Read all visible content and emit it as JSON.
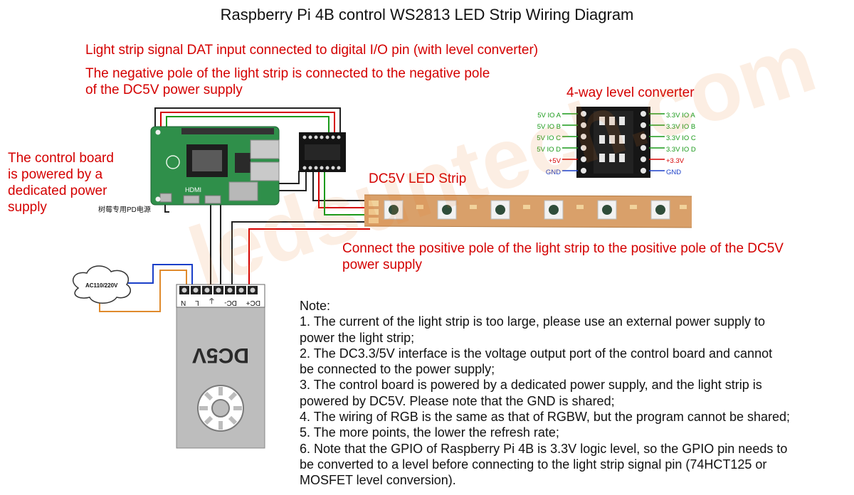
{
  "title": "Raspberry Pi 4B control WS2813 LED Strip Wiring Diagram",
  "callouts": {
    "signal_input": "Light strip signal DAT input connected to digital I/O pin (with level converter)",
    "negative_pole_line1": "The negative pole of the light strip is connected to the negative pole",
    "negative_pole_line2": "of the DC5V power supply",
    "level_converter": "4-way level converter",
    "control_board_line1": "The control board",
    "control_board_line2": "is powered by a",
    "control_board_line3": "dedicated power",
    "control_board_line4": "supply",
    "led_strip": "DC5V LED Strip",
    "positive_pole_line1": "Connect the positive pole of the light strip to the positive pole of the DC5V",
    "positive_pole_line2": "power supply"
  },
  "raspberry_pi": {
    "pd_power_label": "树莓专用PD电源",
    "hdmi_label": "HDMI"
  },
  "ac_source": {
    "label": "AC110/220V"
  },
  "power_supply": {
    "brand_label": "DC5V",
    "terminals": [
      "N",
      "L",
      "⏚",
      "DC-",
      "DC+"
    ]
  },
  "level_converter": {
    "left_pins": [
      "5V IO A",
      "5V IO B",
      "5V IO C",
      "5V IO D",
      "+5V",
      "GND"
    ],
    "right_pins": [
      "3.3V IO A",
      "3.3V IO B",
      "3.3V IO C",
      "3.3V IO D",
      "+3.3V",
      "GND"
    ],
    "left_pin_colors": [
      "#1a9a1a",
      "#1a9a1a",
      "#1a9a1a",
      "#1a9a1a",
      "#d40000",
      "#1a3fc8"
    ],
    "right_pin_colors": [
      "#1a9a1a",
      "#1a9a1a",
      "#1a9a1a",
      "#1a9a1a",
      "#d40000",
      "#1a3fc8"
    ]
  },
  "note": {
    "heading": "Note:",
    "lines": [
      "1. The current of the light strip is too large, please use an external power supply to",
      "power the light strip;",
      "2. The DC3.3/5V interface is the voltage output port of the control board and cannot",
      "be connected to the power supply;",
      "3. The control board is powered by a dedicated power supply, and the light strip is",
      "powered by DC5V. Please note that the GND is shared;",
      "4. The wiring of RGB is the same as that of RGBW, but the program cannot be shared;",
      "5. The more points, the lower the refresh rate;",
      "6. Note that the GPIO of Raspberry Pi 4B is 3.3V logic level, so the GPIO pin needs to",
      "be converted to a level before connecting to the light strip signal pin (74HCT125 or",
      "MOSFET level conversion)."
    ]
  },
  "watermark": "ledsuntech.com",
  "colors": {
    "callout_red": "#d40000",
    "wire_green": "#1a9a1a",
    "wire_red": "#d40000",
    "wire_black": "#222222",
    "wire_blue": "#1a3fc8",
    "wire_orange": "#e08a2c",
    "strip_copper": "#d9a06a",
    "pcb_green": "#2f8f4a"
  }
}
